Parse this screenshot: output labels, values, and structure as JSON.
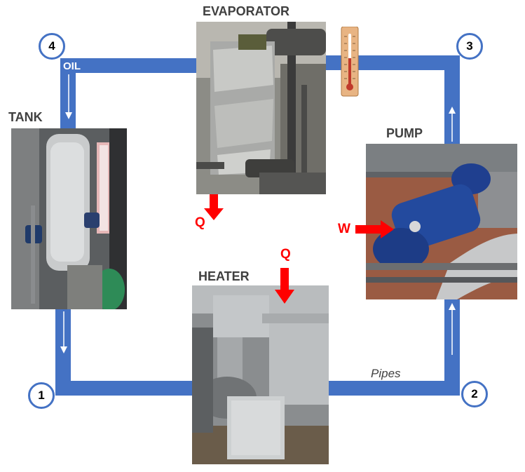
{
  "components": {
    "evaporator": "EVAPORATOR",
    "tank": "TANK",
    "pump": "PUMP",
    "heater": "HEATER"
  },
  "nodes": [
    "1",
    "2",
    "3",
    "4"
  ],
  "labels": {
    "oil": "OIL",
    "pipes": "Pipes",
    "heat_out": "Q",
    "heat_in": "Q",
    "work_in": "W"
  },
  "colors": {
    "pipe": "#4472C4",
    "energy_arrow": "#FF0000",
    "title_text": "#404040"
  },
  "icons": [
    "thermometer-icon"
  ]
}
